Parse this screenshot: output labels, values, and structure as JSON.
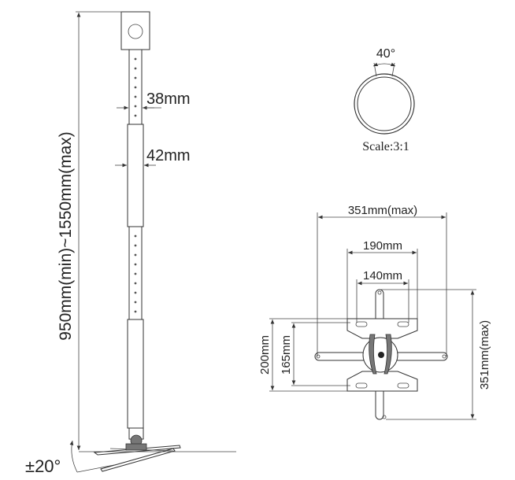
{
  "pole": {
    "tube_upper_diameter": "38mm",
    "tube_lower_diameter": "42mm",
    "length_range": "950mm(min)~1550mm(max)",
    "tilt": "±20°"
  },
  "cross_section": {
    "angle": "40°",
    "scale": "Scale:3:1"
  },
  "bracket": {
    "arm_span_horizontal": "351mm(max)",
    "plate_slot_outer": "190mm",
    "plate_slot_inner": "140mm",
    "plate_height_outer": "200mm",
    "plate_height_inner": "165mm",
    "arm_span_vertical": "351mm(max)"
  }
}
